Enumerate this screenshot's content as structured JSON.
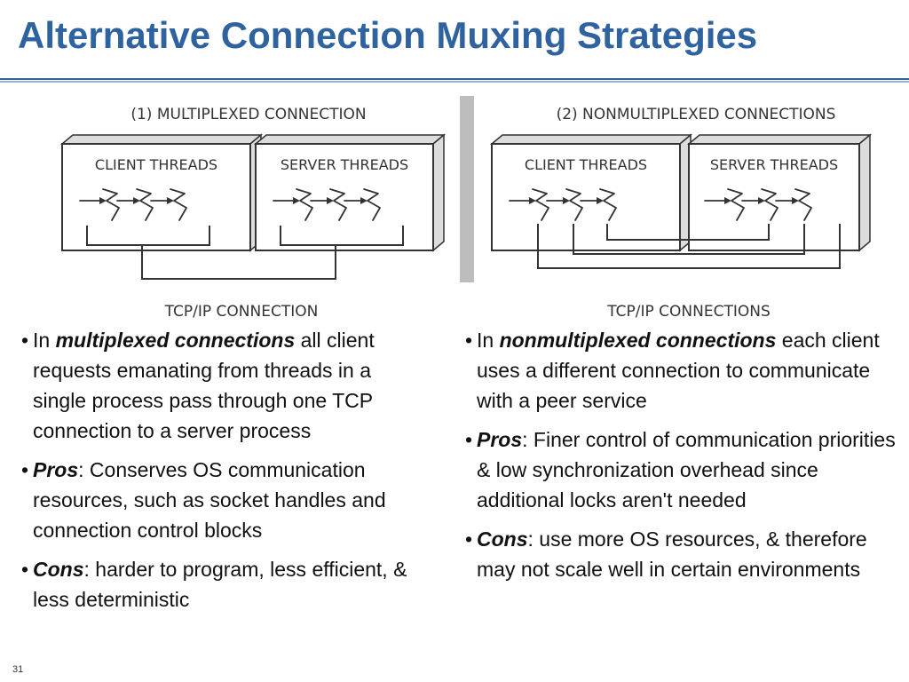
{
  "slide": {
    "title": "Alternative Connection Muxing Strategies",
    "number": "31"
  },
  "diagram": {
    "left": {
      "heading": "(1) MULTIPLEXED CONNECTION",
      "client_box_label": "CLIENT THREADS",
      "server_box_label": "SERVER THREADS",
      "connection_label": "TCP/IP CONNECTION"
    },
    "right": {
      "heading": "(2) NONMULTIPLEXED CONNECTIONS",
      "client_box_label": "CLIENT THREADS",
      "server_box_label": "SERVER THREADS",
      "connection_label": "TCP/IP CONNECTIONS"
    },
    "colors": {
      "line": "#333333",
      "divider": "#bdbdbd",
      "box_shade": "#dddddd"
    }
  },
  "left_column": {
    "b1": {
      "pre": "In ",
      "emph": "multiplexed connections",
      "post": " all client requests emanating from threads in a single process pass through one TCP connection to a server process"
    },
    "b2": {
      "emph": "Pros",
      "post": ": Conserves OS communication resources, such as socket handles and connection control blocks"
    },
    "b3": {
      "emph": "Cons",
      "post": ": harder to program, less efficient, & less deterministic"
    }
  },
  "right_column": {
    "b1": {
      "pre": "In ",
      "emph": "nonmultiplexed connections",
      "post": " each client uses a different connection to communicate with a peer service"
    },
    "b2": {
      "emph": "Pros",
      "post": ": Finer control of communication priorities & low synchronization overhead since additional locks aren't needed"
    },
    "b3": {
      "emph": "Cons",
      "post": ": use more OS resources, & therefore may not scale well in certain environments"
    }
  },
  "bullet_char": "•",
  "colors": {
    "title": "#2f63a0",
    "text": "#111111"
  }
}
